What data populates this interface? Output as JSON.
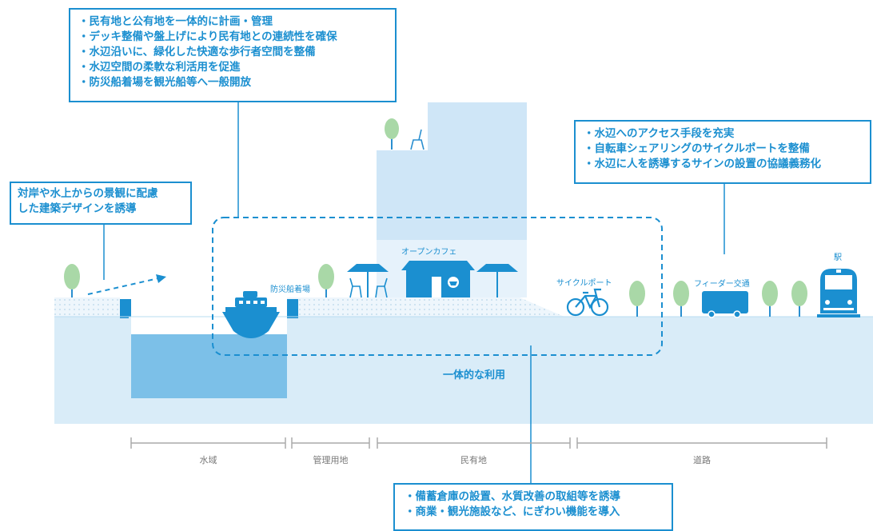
{
  "callouts": {
    "waterfront_planning": [
      "民有地と公有地を一体的に計画・管理",
      "デッキ整備や盤上げにより民有地との連続性を確保",
      "水辺沿いに、緑化した快適な歩行者空間を整備",
      "水辺空間の柔軟な利活用を促進",
      "防災船着場を観光船等へ一般開放"
    ],
    "access": [
      "水辺へのアクセス手段を充実",
      "自転車シェアリングのサイクルポートを整備",
      "水辺に人を誘導するサインの設置の協議義務化"
    ],
    "design_lines": [
      "対岸や水上からの景観に配慮",
      "した建築デザインを誘導"
    ],
    "building": [
      "備蓄倉庫の設置、水質改善の取組等を誘導",
      "商業・観光施設など、にぎわい機能を導入"
    ]
  },
  "labels": {
    "pier": "防災船着場",
    "cafe": "オープンカフェ",
    "cycle_port": "サイクルポート",
    "feeder": "フィーダー交通",
    "station": "駅",
    "integrated_use": "一体的な利用"
  },
  "zones": {
    "water": "水域",
    "management": "管理用地",
    "private": "民有地",
    "road": "道路"
  },
  "colors": {
    "accent": "#1b8fd0",
    "ground": "#d9ecf8",
    "water": "#7cc0e8",
    "tree": "#a9d8a7"
  }
}
